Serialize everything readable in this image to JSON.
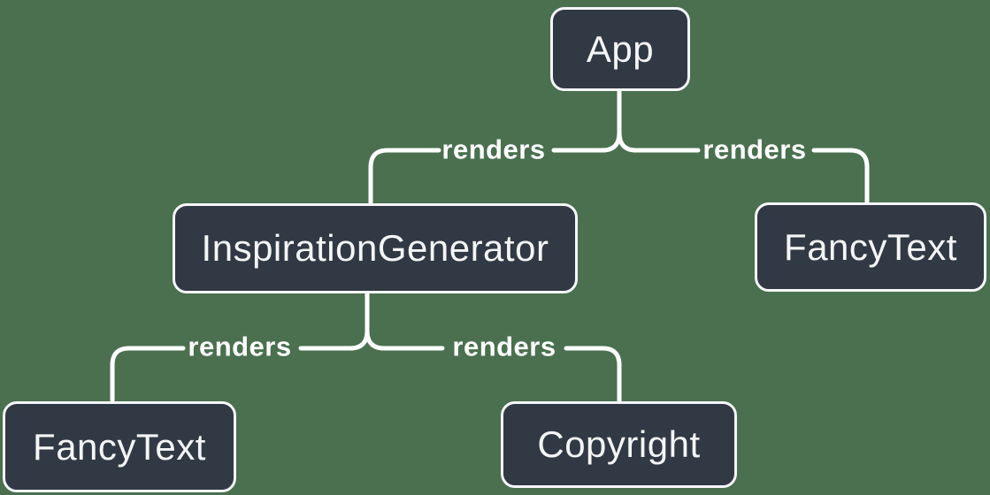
{
  "diagram": {
    "type": "component-render-tree",
    "colors": {
      "background": "#4a704f",
      "node_fill": "#313944",
      "node_border": "#f6f7f9",
      "node_text": "#f4f5f6",
      "line": "#ffffff",
      "edge_label_text": "#ffffff"
    },
    "nodes": {
      "app": {
        "label": "App"
      },
      "inspiration_generator": {
        "label": "InspirationGenerator"
      },
      "fancy_text_top": {
        "label": "FancyText"
      },
      "fancy_text_bottom": {
        "label": "FancyText"
      },
      "copyright": {
        "label": "Copyright"
      }
    },
    "edges": [
      {
        "from": "App",
        "to": "InspirationGenerator",
        "label": "renders"
      },
      {
        "from": "App",
        "to": "FancyText",
        "label": "renders"
      },
      {
        "from": "InspirationGenerator",
        "to": "FancyText",
        "label": "renders"
      },
      {
        "from": "InspirationGenerator",
        "to": "Copyright",
        "label": "renders"
      }
    ]
  }
}
